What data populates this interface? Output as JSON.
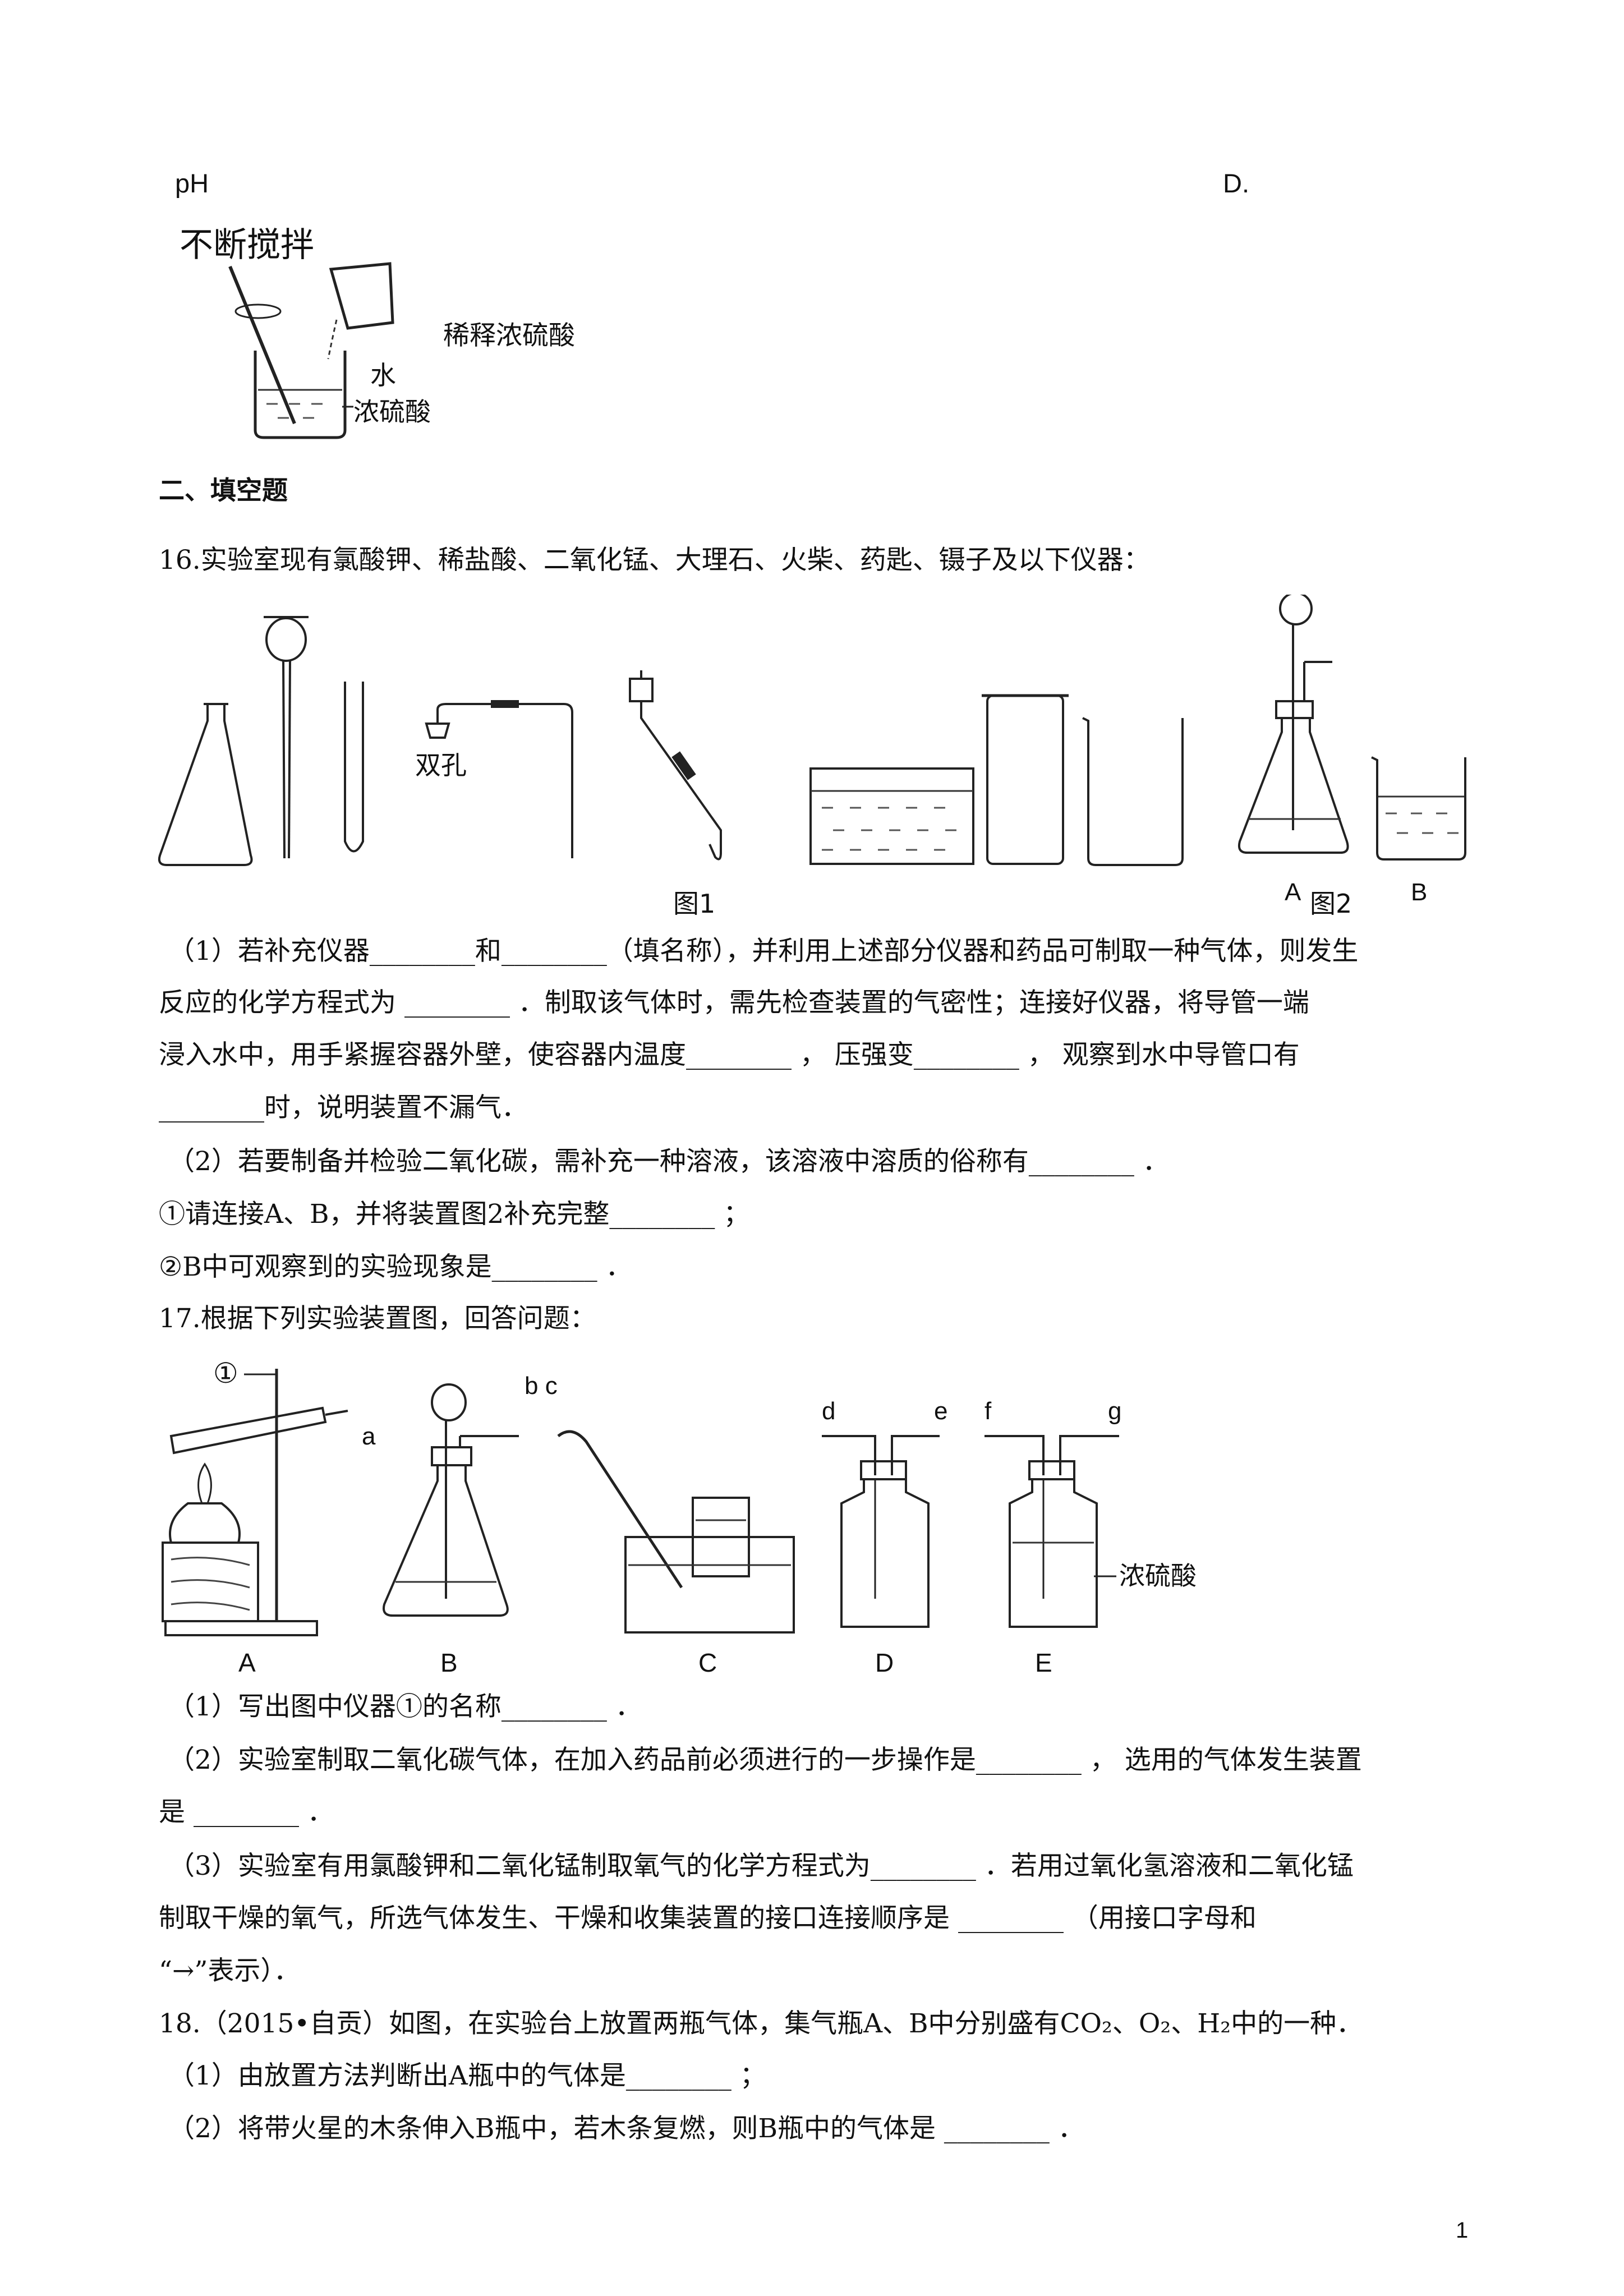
{
  "top": {
    "ph_label": "pH",
    "d_label": "D.",
    "stir_label": "不断搅拌",
    "water_label": "水",
    "acid_label": "浓硫酸",
    "dilute_caption": "稀释浓硫酸"
  },
  "section": {
    "title": "二、填空题"
  },
  "q16": {
    "stem": "16.实验室现有氯酸钾、稀盐酸、二氧化锰、大理石、火柴、药匙、镊子及以下仪器：",
    "fig_two_hole": "双孔",
    "fig1_caption": "图1",
    "fig2_caption": "图2",
    "fig2_a": "A",
    "fig2_b": "B",
    "p1_line1": "（1）若补充仪器________和________（填名称），并利用上述部分仪器和药品可制取一种气体，则发生",
    "p1_line2": "反应的化学方程式为    ________    ．制取该气体时，需先检查装置的气密性；连接好仪器，将导管一端",
    "p1_line3": "浸入水中，用手紧握容器外壁，使容器内温度________   ，  压强变________   ，  观察到水中导管口有",
    "p1_line4": "________时，说明装置不漏气．",
    "p2_line1": "（2）若要制备并检验二氧化碳，需补充一种溶液，该溶液中溶质的俗称有________ ．",
    "p2_line2": "①请连接A、B，并将装置图2补充完整________    ；",
    "p2_line3": "②B中可观察到的实验现象是________  ．"
  },
  "q17": {
    "stem": "17.根据下列实验装置图，回答问题：",
    "circle_one": "①",
    "port_a": "a",
    "port_bc": "b c",
    "port_d": "d",
    "port_e": "e",
    "port_f": "f",
    "port_g": "g",
    "acid_label": "浓硫酸",
    "cap_a": "A",
    "cap_b": "B",
    "cap_c": "C",
    "cap_d": "D",
    "cap_e": "E",
    "p1": "（1）写出图中仪器①的名称________ ．",
    "p2_line1": "（2）实验室制取二氧化碳气体，在加入药品前必须进行的一步操作是________   ，  选用的气体发生装置",
    "p2_line2": "是   ________   ．",
    "p3_line1": "（3）实验室有用氯酸钾和二氧化锰制取氧气的化学方程式为________   ．若用过氧化氢溶液和二氧化锰",
    "p3_line2": "制取干燥的氧气，所选气体发生、干燥和收集装置的接口连接顺序是   ________      （用接口字母和",
    "p3_line3": "“→”表示）．"
  },
  "q18": {
    "stem": "18.（2015•自贡）如图，在实验台上放置两瓶气体，集气瓶A、B中分别盛有CO₂、O₂、H₂中的一种．",
    "p1": "（1）由放置方法判断出A瓶中的气体是________  ；",
    "p2": "（2）将带火星的木条伸入B瓶中，若木条复燃，则B瓶中的气体是   ________   ．"
  },
  "footer": {
    "page_number": "1"
  }
}
